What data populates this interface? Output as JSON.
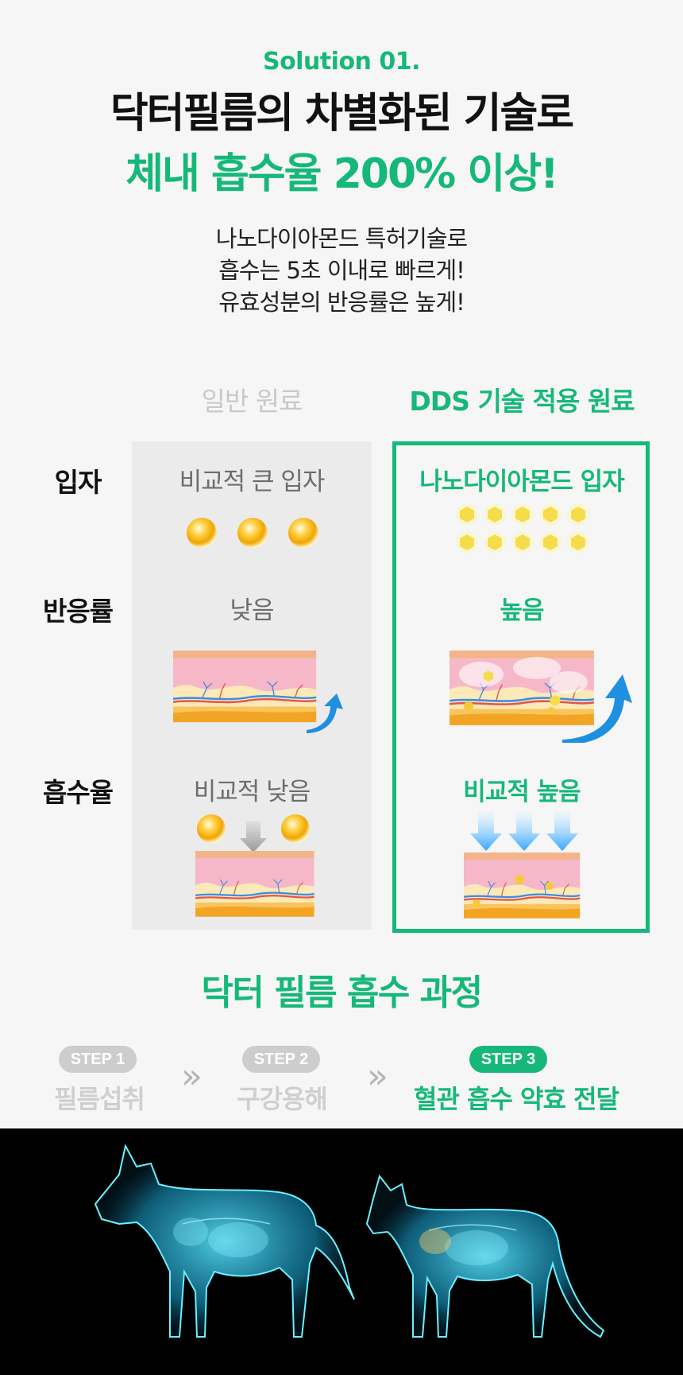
{
  "header": {
    "solution_label": "Solution 01.",
    "headline_line1": "닥터필름의 차별화된 기술로",
    "headline_line2": "체내 흡수율 200% 이상!",
    "description": [
      "나노다이아몬드 특허기술로",
      "흡수는 5초 이내로 빠르게!",
      "유효성분의 반응률은 높게!"
    ]
  },
  "comparison": {
    "col_general": "일반 원료",
    "col_dds": "DDS 기술 적용 원료",
    "rows": {
      "particle": {
        "label": "입자",
        "general": "비교적 큰 입자",
        "dds": "나노다이아몬드 입자"
      },
      "reaction": {
        "label": "반응률",
        "general": "낮음",
        "dds": "높음"
      },
      "absorption": {
        "label": "흡수율",
        "general": "비교적 낮음",
        "dds": "비교적 높음"
      }
    }
  },
  "process": {
    "title": "닥터 필름 흡수 과정",
    "steps": [
      {
        "badge": "STEP 1",
        "label": "필름섭취",
        "active": false
      },
      {
        "badge": "STEP 2",
        "label": "구강용해",
        "active": false
      },
      {
        "badge": "STEP 3",
        "label": "혈관 흡수 약효 전달",
        "active": true
      }
    ],
    "chevron": "»"
  },
  "colors": {
    "brand_green": "#16b879",
    "inactive_gray": "#cdcdcd",
    "xray_cyan": "#27d3ff"
  }
}
